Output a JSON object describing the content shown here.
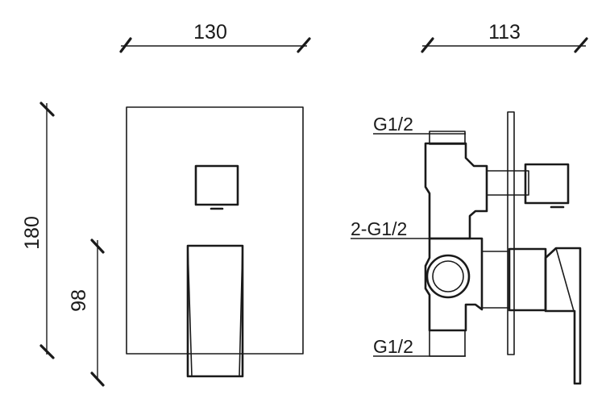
{
  "front_view": {
    "width_label": "130",
    "height_label": "180",
    "handle_height_label": "98"
  },
  "side_view": {
    "depth_label": "113",
    "top_port_label": "G1/2",
    "middle_port_label": "2-G1/2",
    "bottom_port_label": "G1/2"
  }
}
